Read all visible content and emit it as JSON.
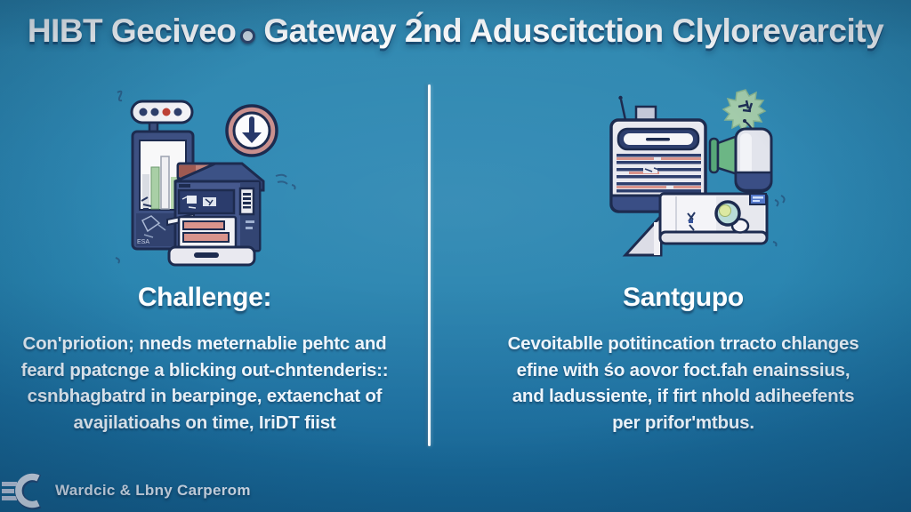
{
  "title": {
    "part1": "HIBT Geciveo",
    "part2": "Gateway 2́nd Aduscitction Clylorevarcity"
  },
  "columns": {
    "left": {
      "heading": "Challenge:",
      "body_lines": [
        "Con'priotion; nneds meternablie pehtc and",
        "feard ppatcnge a blicking out-chntenderis::",
        "csnbhagbatrd in bearpinge, extaenchat of",
        "avajilatioahs on time, IriDT fiist"
      ]
    },
    "right": {
      "heading": "Santgupo",
      "body_lines": [
        "Cevoitablle potitincation trracto chlanges",
        "efine with śo aovor foct.fah enainssius,",
        "and ladussiente, if firt nhold adiheefents",
        "per prifor'mtbus."
      ]
    }
  },
  "footer": {
    "brand": "Wardcic & Lbny Carperom"
  },
  "labels": {
    "tablet_tag": "ESA"
  },
  "icons": {
    "title_separator": "donut-circle-icon",
    "left_column": [
      "status-pill",
      "tablet-bar-chart",
      "download-arrow-circle",
      "printer"
    ],
    "right_column": [
      "server-rack",
      "gear-splat",
      "valve",
      "canister",
      "scanner-table",
      "magnifier"
    ],
    "footer": "striped-c-logo"
  },
  "colors": {
    "background_top": "#2c86ae",
    "background_bottom": "#15608e",
    "outline_navy": "#1d2b4f",
    "panel_navy": "#2e3f6e",
    "accent_salmon": "#d9948c",
    "accent_green": "#6cb685",
    "accent_pink_ring": "#c9908e",
    "divider": "#f5f8fa",
    "text": "#f3f8fc"
  }
}
